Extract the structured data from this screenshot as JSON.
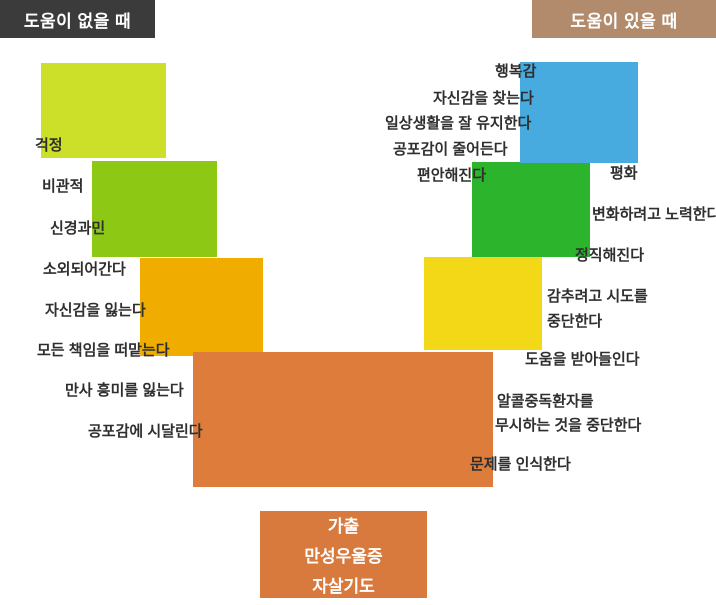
{
  "header_left": {
    "label": "도움이 없을 때"
  },
  "header_right": {
    "label": "도움이 있을 때"
  },
  "colors": {
    "header_left_bg": "#3b3b3b",
    "header_right_bg": "#b18b6c",
    "step_down_1": "#ccdf29",
    "step_down_2": "#8cc814",
    "step_down_3": "#f0ad00",
    "bottom_base": "#dd7c3b",
    "step_up_3": "#f2d816",
    "step_up_2": "#2db42d",
    "step_up_1": "#47abdf",
    "crisis_box": "#d87a3d",
    "label_text": "#2f2f2f"
  },
  "left_labels": [
    "걱정",
    "비관적",
    "신경과민",
    "소외되어간다",
    "자신감을 잃는다",
    "모든 책임을 떠맡는다",
    "만사 흥미를 잃는다",
    "공포감에 시달린다"
  ],
  "right_labels": [
    "행복감",
    "자신감을 찾는다",
    "일상생활을 잘 유지한다",
    "공포감이 줄어든다",
    "편안해진다",
    "평화",
    "변화하려고 노력한다",
    "정직해진다",
    "감추려고 시도를",
    "중단한다",
    "도움을 받아들인다",
    "알콜중독환자를",
    "무시하는 것을 중단한다",
    "문제를 인식한다"
  ],
  "crisis_box": {
    "lines": [
      "가출",
      "만성우울증",
      "자살기도"
    ]
  }
}
